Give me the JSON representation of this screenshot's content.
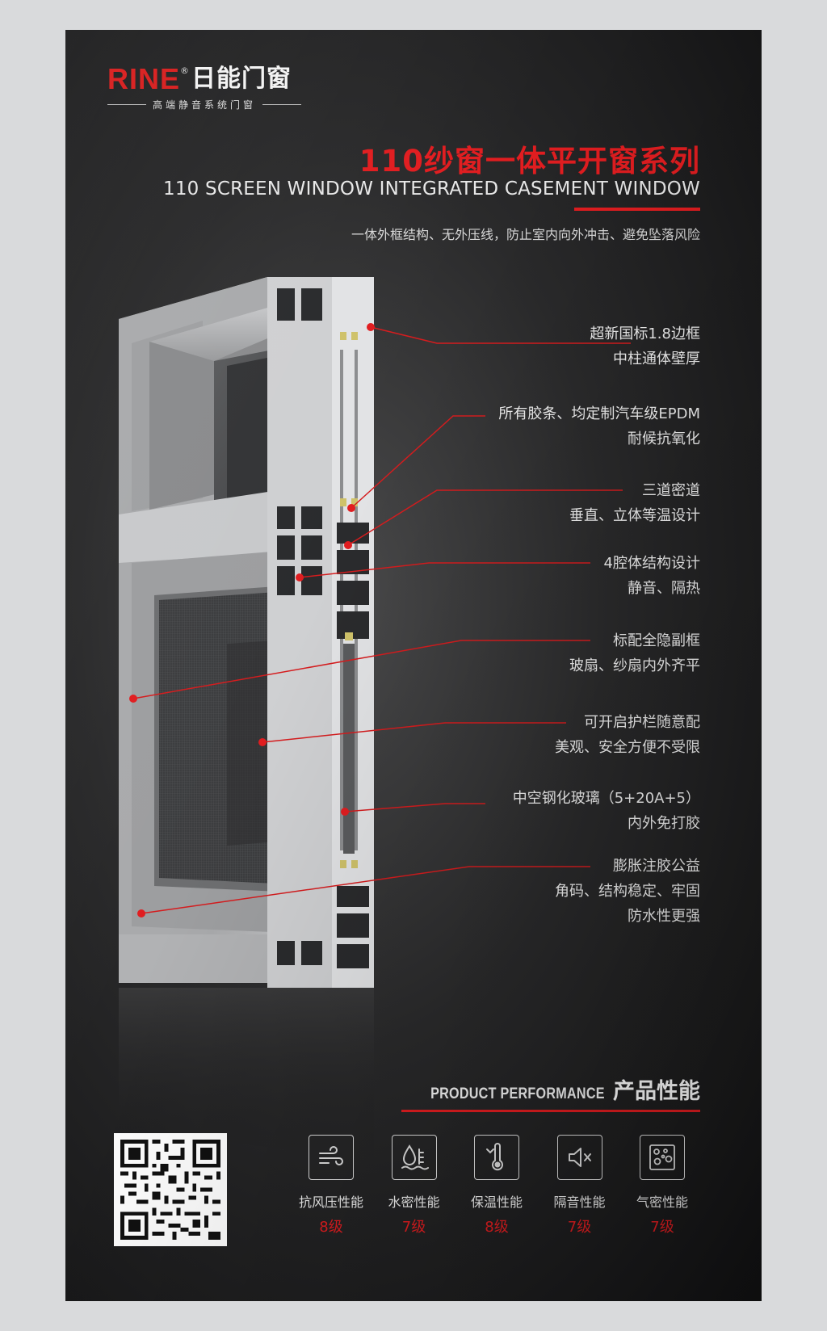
{
  "logo": {
    "brand": "RINE",
    "reg": "®",
    "cn": "日能门窗",
    "tagline": "高端静音系统门窗"
  },
  "title": {
    "cn": "110纱窗一体平开窗系列",
    "en": "110 SCREEN WINDOW INTEGRATED CASEMENT WINDOW",
    "desc": "一体外框结构、无外压线，防止室内向外冲击、避免坠落风险"
  },
  "callouts": [
    {
      "line1": "超新国标1.8边框",
      "line2": "中柱通体壁厚"
    },
    {
      "line1": "所有胶条、均定制汽车级EPDM",
      "line2": "耐候抗氧化"
    },
    {
      "line1": "三道密道",
      "line2": "垂直、立体等温设计"
    },
    {
      "line1": "4腔体结构设计",
      "line2": "静音、隔热"
    },
    {
      "line1": "标配全隐副框",
      "line2": "玻扇、纱扇内外齐平"
    },
    {
      "line1": "可开启护栏随意配",
      "line2": "美观、安全方便不受限"
    },
    {
      "line1": "中空钢化玻璃（5+20A+5）",
      "line2": "内外免打胶"
    },
    {
      "line1": "膨胀注胶公益",
      "line2": "角码、结构稳定、牢固",
      "line3": "防水性更强"
    }
  ],
  "performance": {
    "title_en": "PRODUCT PERFORMANCE",
    "title_cn": "产品性能",
    "items": [
      {
        "icon": "wind-pressure-icon",
        "name": "抗风压性能",
        "level": "8级"
      },
      {
        "icon": "water-tightness-icon",
        "name": "水密性能",
        "level": "7级"
      },
      {
        "icon": "thermal-icon",
        "name": "保温性能",
        "level": "8级"
      },
      {
        "icon": "sound-insulation-icon",
        "name": "隔音性能",
        "level": "7级"
      },
      {
        "icon": "air-tightness-icon",
        "name": "气密性能",
        "level": "7级"
      }
    ]
  },
  "colors": {
    "accent": "#e11d20",
    "background": "#1c1c1d",
    "frame": "#bdbec0"
  }
}
